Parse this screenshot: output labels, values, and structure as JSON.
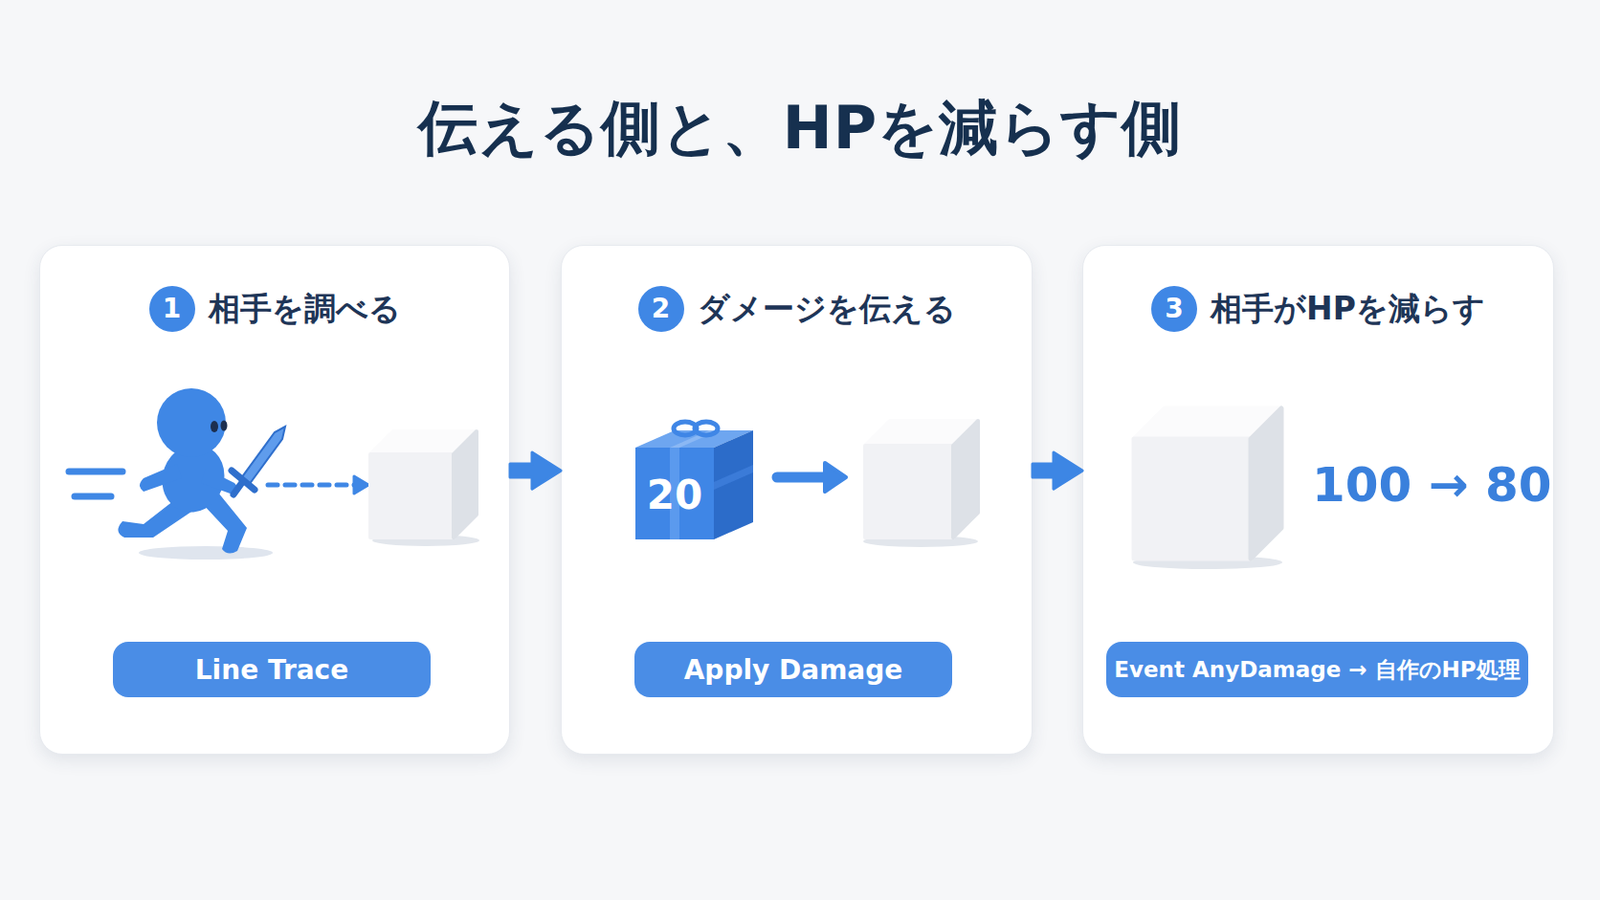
{
  "diagram": {
    "title": "伝える側と、HPを減らす側",
    "nodes": [
      {
        "text": [
          "相手を調べる"
        ]
      },
      {
        "text": [
          "1"
        ],
        "in": 0
      },
      {
        "text": [
          "Line Trace"
        ],
        "in": 0
      },
      {
        "text": [
          "ダメージを伝える"
        ]
      },
      {
        "text": [
          "2"
        ],
        "in": 3
      },
      {
        "text": [
          "20"
        ],
        "in": 3
      },
      {
        "text": [
          "Apply Damage"
        ],
        "in": 3
      },
      {
        "text": [
          "相手がHPを減らす",
          "100 → 80"
        ]
      },
      {
        "text": [
          "3"
        ],
        "in": 7
      },
      {
        "text": [
          "Event AnyDamage → 自作のHP処理"
        ],
        "in": 7
      }
    ],
    "edges": [
      {
        "from": 0,
        "to": 3,
        "arrow": "to"
      },
      {
        "from": 3,
        "to": 7,
        "arrow": "to"
      }
    ]
  }
}
